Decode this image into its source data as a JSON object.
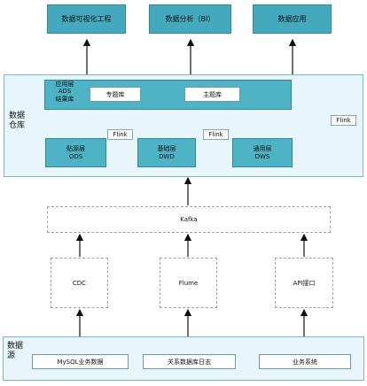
{
  "apps": {
    "bigscreen": "数据可视化工程",
    "bi": "数据分析（BI）",
    "app": "数据应用"
  },
  "warehouse": {
    "title_1": "数据",
    "title_2": "仓库",
    "ads": {
      "line1": "应用层",
      "line2": "ADS",
      "line3": "结果库",
      "topic_db": "专题库",
      "subject_db": "主题库"
    },
    "ods": {
      "line1": "贴源层",
      "line2": "ODS"
    },
    "dwd": {
      "line1": "基础层",
      "line2": "DWD"
    },
    "dws": {
      "line1": "通用层",
      "line2": "DWS"
    },
    "flink_1": "Flink",
    "flink_2": "Flink",
    "flink_3": "Flink"
  },
  "kafka": "Kafka",
  "ingest": {
    "cdc": "CDC",
    "flume": "Flume",
    "api": "API接口"
  },
  "sources": {
    "title_1": "数据",
    "title_2": "源",
    "mysql": "MySQL业务数据",
    "rdb_log": "关系数据库日志",
    "biz_sys": "业务系统"
  }
}
